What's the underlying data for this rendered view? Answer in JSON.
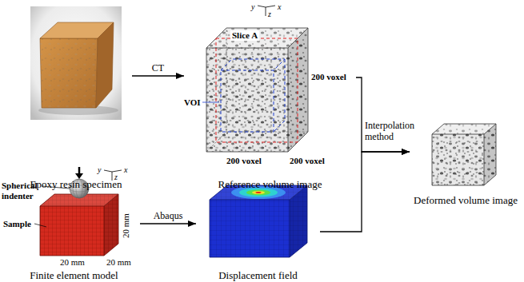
{
  "diagram": {
    "nodes": [
      {
        "text": [
          "Epoxy resin specimen"
        ]
      },
      {
        "text": [
          "Reference volume image"
        ]
      },
      {
        "text": [
          "Deformed volume image"
        ]
      },
      {
        "text": [
          "Finite element model"
        ]
      },
      {
        "text": [
          "Displacement field"
        ]
      }
    ],
    "edges": [
      {
        "from": 0,
        "to": 1,
        "arrow": "to",
        "label": "CT"
      },
      {
        "from": 3,
        "to": 4,
        "arrow": "to",
        "label": "Abaqus"
      },
      {
        "from": 1,
        "to": 2,
        "arrow": "to"
      },
      {
        "from": 4,
        "to": 2,
        "arrow": "to"
      }
    ],
    "labels": [
      "y",
      "z",
      "x",
      "Slice A",
      "VOI",
      "200 voxel",
      "200 voxel",
      "200 voxel",
      "Interpolation method",
      "y",
      "z",
      "x",
      "Spherical indenter",
      "Sample",
      "20 mm",
      "20 mm",
      "20 mm"
    ]
  }
}
